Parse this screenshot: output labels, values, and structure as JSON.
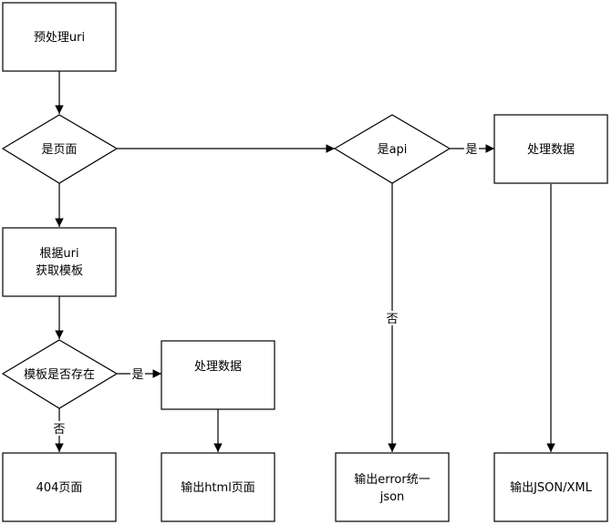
{
  "nodes": {
    "preprocess": {
      "label": "预处理uri"
    },
    "is_page": {
      "label": "是页面"
    },
    "get_template": {
      "line1": "根据uri",
      "line2": "获取模板"
    },
    "template_exists": {
      "label": "模板是否存在"
    },
    "process_data_left": {
      "label": "处理数据"
    },
    "page_404": {
      "label": "404页面"
    },
    "output_html": {
      "label": "输出html页面"
    },
    "is_api": {
      "label": "是api"
    },
    "process_data_right": {
      "label": "处理数据"
    },
    "output_error": {
      "line1": "输出error统一",
      "line2": "json"
    },
    "output_json_xml": {
      "label": "输出JSON/XML"
    }
  },
  "edges": {
    "template_yes": "是",
    "template_no": "否",
    "api_yes": "是",
    "api_no": "否"
  }
}
